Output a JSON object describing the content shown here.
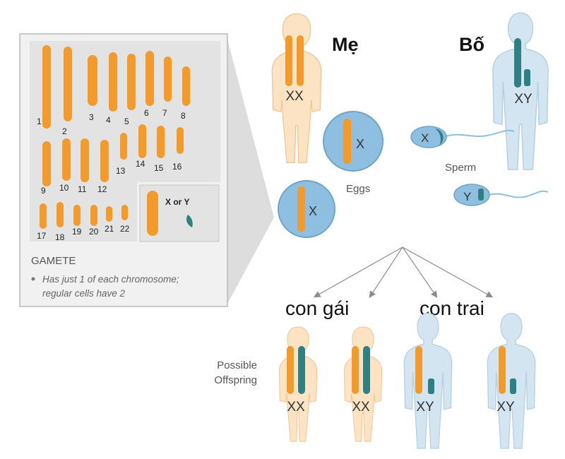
{
  "colors": {
    "chromosome": "#f39a2c",
    "y_chromosome": "#2f7f84",
    "female_skin": "#fbe3c4",
    "male_skin": "#d3e5f1",
    "cell_fill": "#8fbfe0",
    "panel_bg": "#e6e6e6",
    "arrow": "#8c8c8c"
  },
  "panel": {
    "numbers": [
      "1",
      "2",
      "3",
      "4",
      "5",
      "6",
      "7",
      "8",
      "9",
      "10",
      "11",
      "12",
      "13",
      "14",
      "15",
      "16",
      "17",
      "18",
      "19",
      "20",
      "21",
      "22"
    ],
    "sex_label": "X or Y",
    "heading": "GAMETE",
    "note_line1": "Has just 1 of each chromosome;",
    "note_line2": "regular cells have 2"
  },
  "parents": {
    "mother_label": "Mẹ",
    "father_label": "Bố",
    "mother_genotype": "XX",
    "father_genotype": "XY"
  },
  "gametes": {
    "egg_label": "Eggs",
    "sperm_label": "Sperm",
    "egg_letter": "X",
    "sperm_x_letter": "X",
    "sperm_y_letter": "Y"
  },
  "offspring": {
    "label_line1": "Possible",
    "label_line2": "Offspring",
    "daughters_label": "con gái",
    "sons_label": "con trai",
    "genotypes": [
      "XX",
      "XX",
      "XY",
      "XY"
    ]
  }
}
